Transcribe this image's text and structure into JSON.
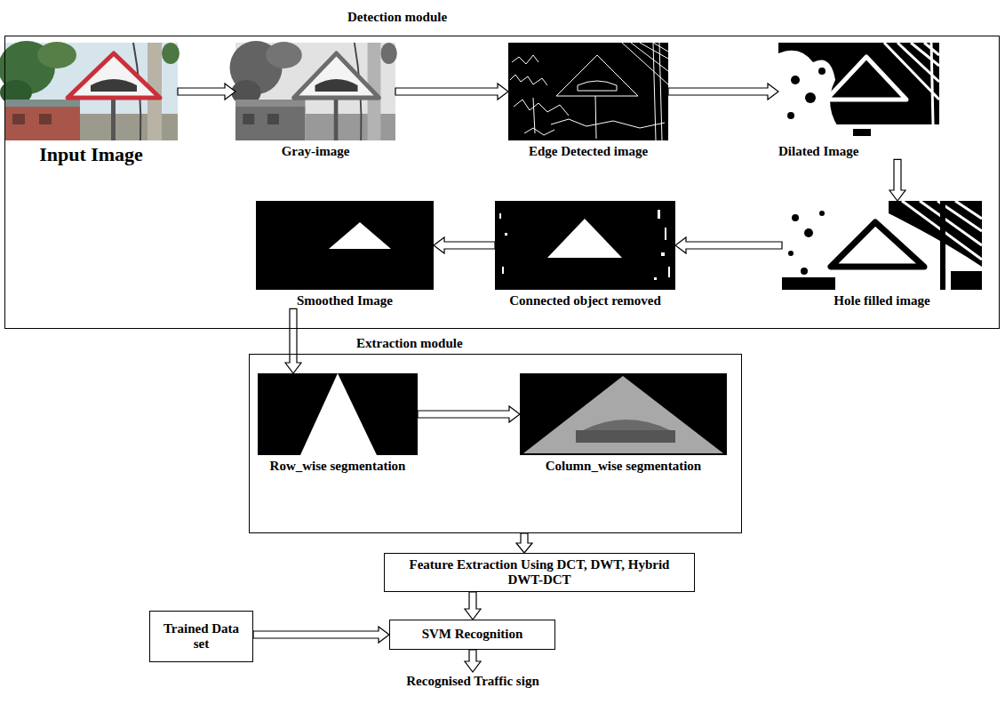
{
  "diagram": {
    "nodes": [
      {
        "text": [
          "Detection module"
        ]
      },
      {
        "text": [
          "Input Image"
        ],
        "in": 0
      },
      {
        "text": [
          "Gray-image"
        ],
        "in": 0
      },
      {
        "text": [
          "Edge Detected image"
        ],
        "in": 0
      },
      {
        "text": [
          "Dilated Image"
        ],
        "in": 0
      },
      {
        "text": [
          "Hole filled image"
        ],
        "in": 0
      },
      {
        "text": [
          "Connected object removed"
        ],
        "in": 0
      },
      {
        "text": [
          "Smoothed Image"
        ],
        "in": 0
      },
      {
        "text": [
          "Extraction module"
        ]
      },
      {
        "text": [
          "Row_wise segmentation"
        ],
        "in": 8
      },
      {
        "text": [
          "Column_wise segmentation"
        ],
        "in": 8
      },
      {
        "text": [
          "Feature Extraction Using DCT, DWT, Hybrid DWT-DCT"
        ]
      },
      {
        "text": [
          "Trained Data set"
        ]
      },
      {
        "text": [
          "SVM Recognition"
        ]
      }
    ],
    "edges": [
      {
        "from": 1,
        "to": 2,
        "arrow": "to"
      },
      {
        "from": 2,
        "to": 3,
        "arrow": "to"
      },
      {
        "from": 3,
        "to": 4,
        "arrow": "to"
      },
      {
        "from": 4,
        "to": 5,
        "arrow": "to"
      },
      {
        "from": 5,
        "to": 6,
        "arrow": "to"
      },
      {
        "from": 6,
        "to": 7,
        "arrow": "to"
      },
      {
        "from": 7,
        "to": 9,
        "arrow": "to"
      },
      {
        "from": 9,
        "to": 10,
        "arrow": "to"
      },
      {
        "from": 8,
        "to": 11,
        "arrow": "to"
      },
      {
        "from": 11,
        "to": 13,
        "arrow": "to"
      },
      {
        "from": 12,
        "to": 13,
        "arrow": "to"
      }
    ],
    "labels": [
      "Recognised Traffic sign"
    ]
  }
}
